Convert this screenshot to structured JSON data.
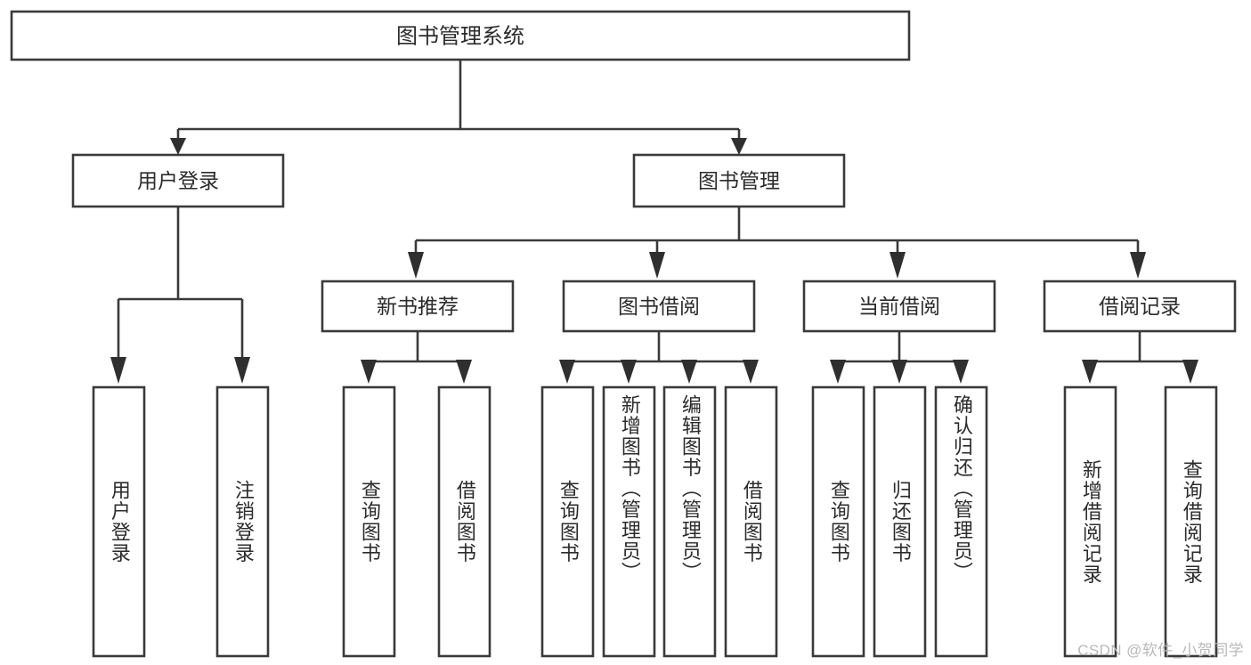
{
  "diagram": {
    "type": "tree",
    "title": "图书管理系统",
    "watermark": "CSDN @软件_小贺同学",
    "colors": {
      "background": "#ffffff",
      "box_stroke": "#3a3a3a",
      "box_fill": "#ffffff",
      "text": "#2b2b2b",
      "connector": "#3a3a3a",
      "watermark": "#b9b9b9"
    },
    "levels": {
      "level1": {
        "label": "图书管理系统"
      },
      "level2": [
        {
          "label": "用户登录"
        },
        {
          "label": "图书管理"
        }
      ],
      "level3": [
        {
          "label": "新书推荐"
        },
        {
          "label": "图书借阅"
        },
        {
          "label": "当前借阅"
        },
        {
          "label": "借阅记录"
        }
      ],
      "leaves": {
        "user_login": [
          {
            "label": "用户登录"
          },
          {
            "label": "注销登录"
          }
        ],
        "new_book_recommend": [
          {
            "label": "查询图书"
          },
          {
            "label": "借阅图书"
          }
        ],
        "book_borrow": [
          {
            "label": "查询图书"
          },
          {
            "label": "新增图书（管理员）"
          },
          {
            "label": "编辑图书（管理员）"
          },
          {
            "label": "借阅图书"
          }
        ],
        "current_borrow": [
          {
            "label": "查询图书"
          },
          {
            "label": "归还图书"
          },
          {
            "label": "确认归还（管理员）"
          }
        ],
        "borrow_records": [
          {
            "label": "新增借阅记录"
          },
          {
            "label": "查询借阅记录"
          }
        ]
      }
    }
  }
}
